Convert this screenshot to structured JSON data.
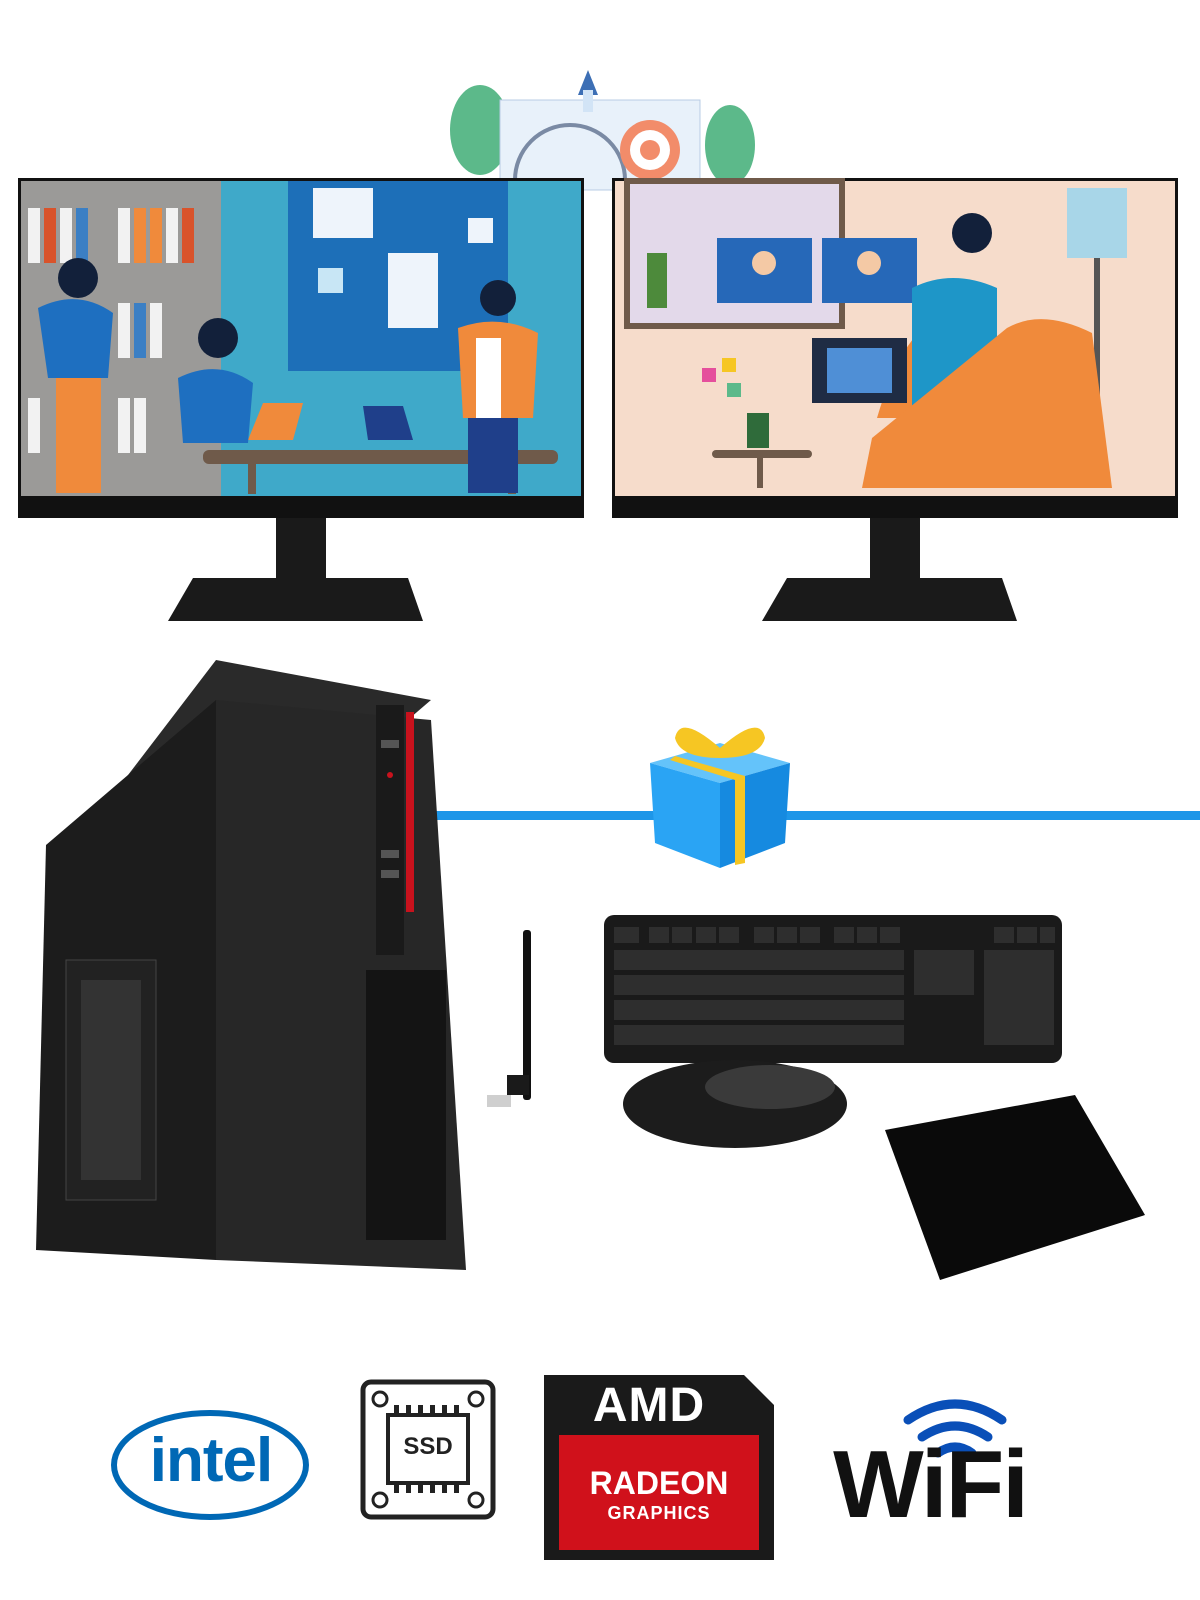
{
  "colors": {
    "background": "#ffffff",
    "accent_line": "#1e96e8",
    "monitor_black": "#111111",
    "screen_left_bg": "#3fa9c9",
    "screen_right_bg": "#f6dccb",
    "intel_blue": "#0068b5",
    "amd_red": "#d0111b",
    "gift_blue": "#2aa4f4",
    "gift_ribbon": "#f6c623"
  },
  "icons": {
    "banner": "productivity-illustration-icon",
    "gift": "gift-box-icon",
    "intel": "intel-logo-icon",
    "ssd": "ssd-chip-icon",
    "amd": "amd-radeon-logo-icon",
    "wifi": "wifi-logo-icon"
  },
  "badges": {
    "intel": "intel",
    "ssd": "SSD",
    "amd_top": "AMD",
    "amd_radeon": "RADEON",
    "amd_graphics": "GRAPHICS",
    "wifi": "WiFi"
  }
}
